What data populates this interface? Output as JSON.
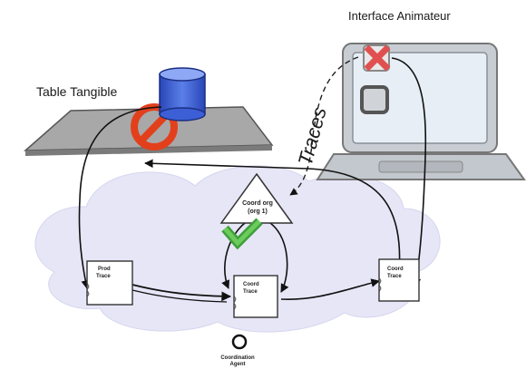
{
  "labels": {
    "table": "Table Tangible",
    "interface": "Interface Animateur",
    "traces": "Traces",
    "coord_org": "Coord org",
    "org_number": "(org 1)",
    "agent_line1": "Coordination",
    "agent_line2": "Agent"
  },
  "documents": [
    {
      "line1": "Prod",
      "line2": "Trace"
    },
    {
      "line1": "Coord",
      "line2": "Trace"
    },
    {
      "line1": "Coord",
      "line2": "Trace"
    }
  ],
  "colors": {
    "cloud": "#e8e8f8",
    "table_surface": "#a9a9a9",
    "cylinder": "#3c5fd6",
    "forbidden": "#e2401c",
    "check": "#4caf50",
    "laptop_body": "#c9ced4",
    "laptop_screen": "#e6eef6",
    "cross": "#e06060"
  },
  "icons": {
    "forbidden": "no-entry-icon",
    "cylinder": "database-icon",
    "check": "checkmark-icon",
    "cross": "x-mark-icon",
    "agent": "agent-circle-icon"
  }
}
